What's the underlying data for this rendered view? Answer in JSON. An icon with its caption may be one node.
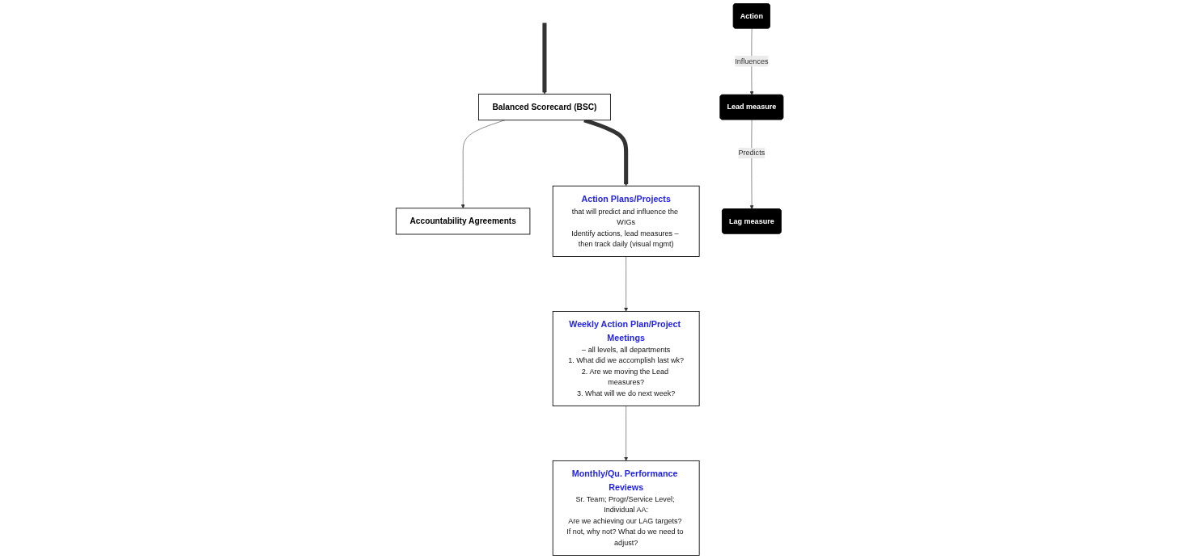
{
  "diagram": {
    "nodes": [
      {
        "text": [
          "Balanced Scorecard (BSC)"
        ]
      },
      {
        "text": [
          "Accountability Agreements"
        ]
      },
      {
        "text": [
          "Action Plans/Projects",
          "that will predict and influence the WIGs",
          "Identify actions, lead measures – then track daily (visual mgmt)"
        ]
      },
      {
        "text": [
          "Weekly Action Plan/Project Meetings",
          "– all levels, all departments",
          "1. What did we accomplish last wk?",
          "2. Are we moving the Lead measures?",
          "3. What will we do next week?"
        ]
      },
      {
        "text": [
          "Monthly/Qu. Performance Reviews",
          "Sr. Team; Progr/Service Level; Individual AA:",
          "Are we achieving our LAG targets? If not, why not? What do we need to adjust?"
        ]
      },
      {
        "text": [
          "Action"
        ]
      },
      {
        "text": [
          "Lead measure"
        ]
      },
      {
        "text": [
          "Lag measure"
        ]
      }
    ],
    "edges": [
      {
        "from": null,
        "to": 0,
        "arrow": "to",
        "style": "thick"
      },
      {
        "from": 0,
        "to": 2,
        "arrow": "to",
        "style": "thick"
      },
      {
        "from": 0,
        "to": 1,
        "arrow": "to"
      },
      {
        "from": 2,
        "to": 3,
        "arrow": "to"
      },
      {
        "from": 3,
        "to": 4,
        "arrow": "to"
      },
      {
        "from": 5,
        "to": 6,
        "arrow": "to",
        "label": "Influences"
      },
      {
        "from": 6,
        "to": 7,
        "arrow": "to",
        "label": "Predicts"
      }
    ]
  }
}
